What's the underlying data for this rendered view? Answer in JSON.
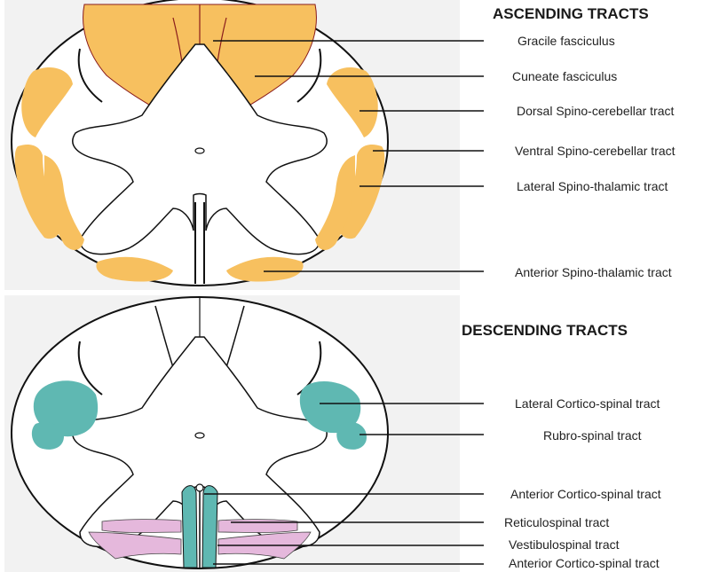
{
  "ascending": {
    "heading": "ASCENDING TRACTS",
    "labels": [
      "Gracile fasciculus",
      "Cuneate fasciculus",
      "Dorsal Spino-cerebellar tract",
      "Ventral Spino-cerebellar tract",
      "Lateral  Spino-thalamic tract",
      "Anterior  Spino-thalamic tract"
    ]
  },
  "descending": {
    "heading": "DESCENDING TRACTS",
    "labels": [
      "Lateral Cortico-spinal tract",
      "Rubro-spinal tract",
      "Anterior Cortico-spinal tract",
      "Reticulospinal tract",
      "Vestibulospinal tract",
      "Anterior Cortico-spinal tract"
    ]
  },
  "colors": {
    "ascending_fill": "#f7c05f",
    "descending_cortico": "#5fb8b2",
    "descending_pink": "#e5b8dc",
    "outline": "#111111",
    "panel_bg": "#f2f2f2"
  }
}
